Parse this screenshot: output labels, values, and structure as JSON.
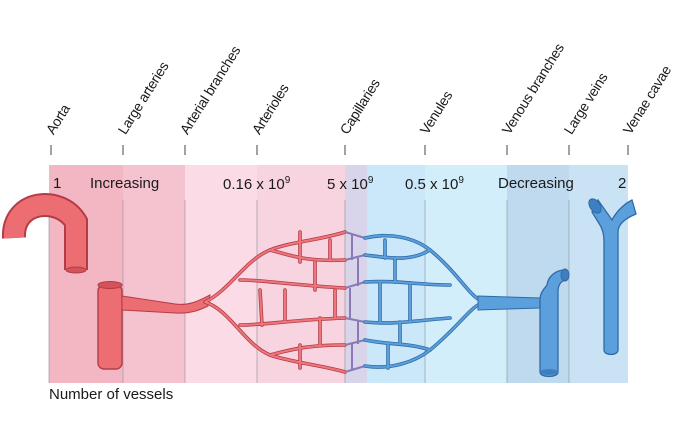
{
  "diagram": {
    "vessel_types": [
      "Aorta",
      "Large arteries",
      "Arterial branches",
      "Arterioles",
      "Capillaries",
      "Venules",
      "Venous branches",
      "Large veins",
      "Venae cavae"
    ],
    "band_labels": {
      "aorta_count": "1",
      "arteries_trend": "Increasing",
      "arterioles_base": "0.16 x 10",
      "arterioles_exp": "9",
      "capillaries_base": "5 x 10",
      "capillaries_exp": "9",
      "venules_base": "0.5 x 10",
      "venules_exp": "9",
      "veins_trend": "Decreasing",
      "venae_cavae_count": "2"
    },
    "caption": "Number of vessels",
    "colors": {
      "artery": "#e8646a",
      "vein": "#4a90d0",
      "artery_band": "#f3b6c2",
      "vein_band": "#bfe3f7"
    }
  }
}
